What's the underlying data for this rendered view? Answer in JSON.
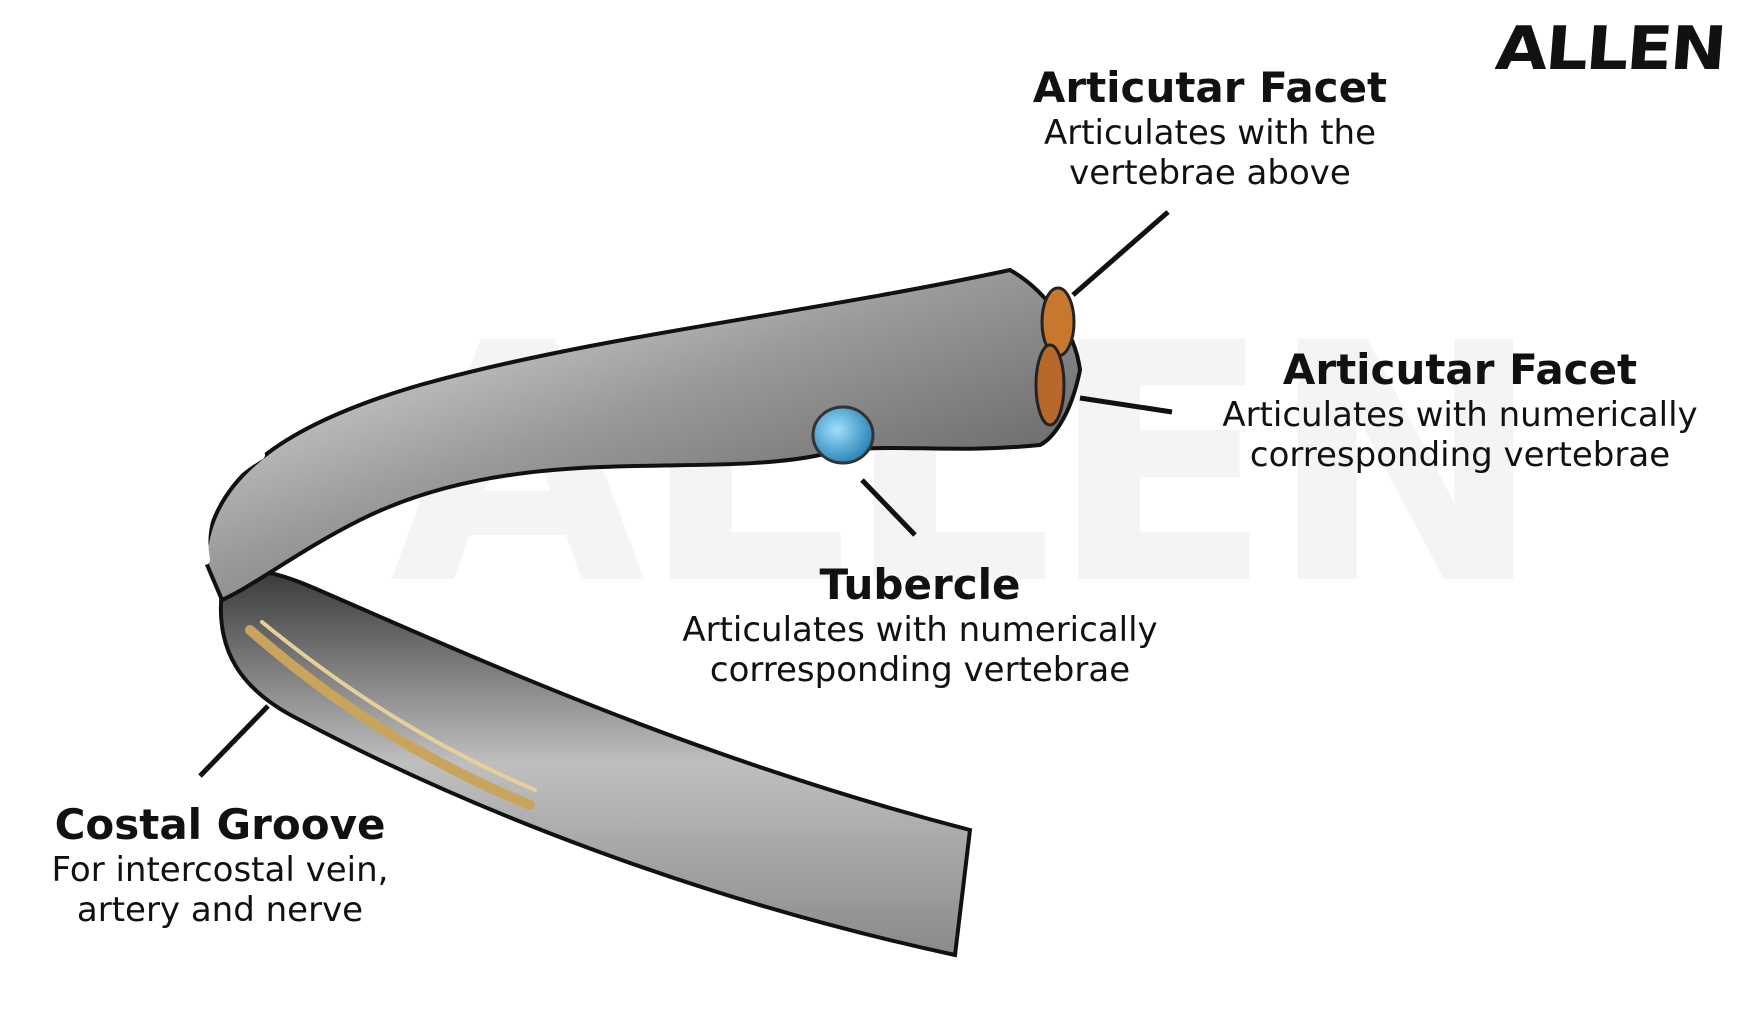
{
  "brand": "ALLEN",
  "watermark": "ALLEN",
  "labels": {
    "facet_top": {
      "title": "Articutar Facet",
      "lines": [
        "Articulates with the",
        "vertebrae above"
      ]
    },
    "facet_right": {
      "title": "Articutar Facet",
      "lines": [
        "Articulates with numerically",
        "corresponding vertebrae"
      ]
    },
    "tubercle": {
      "title": "Tubercle",
      "lines": [
        "Articulates with numerically",
        "corresponding vertebrae"
      ]
    },
    "costal_groove": {
      "title": "Costal Groove",
      "lines": [
        "For intercostal vein,",
        "artery and nerve"
      ]
    }
  },
  "colors": {
    "bone_light": "#dcdcdc",
    "bone_dark": "#3a3a3a",
    "facet_orange": "#c8772e",
    "tubercle_blue": "#4aa8d8",
    "groove_gold": "#c9a45c"
  }
}
